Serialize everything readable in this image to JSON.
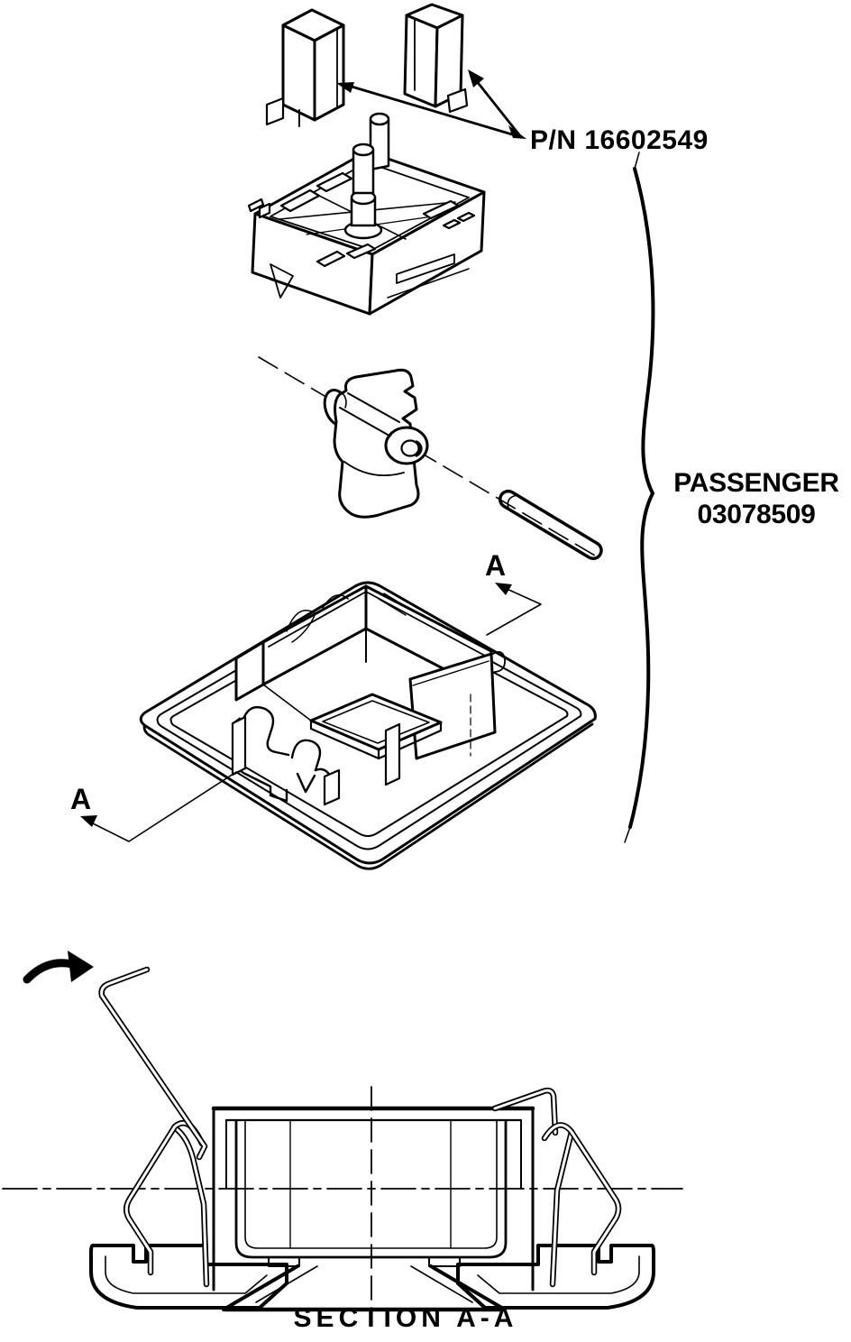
{
  "diagram": {
    "labels": {
      "part_number": "P/N 16602549",
      "assembly_name": "PASSENGER",
      "assembly_number": "03078509",
      "section_marker_top": "A",
      "section_marker_bottom": "A",
      "section_title": "SECTION A-A"
    },
    "colors": {
      "line": "#000000",
      "background": "#ffffff"
    }
  }
}
